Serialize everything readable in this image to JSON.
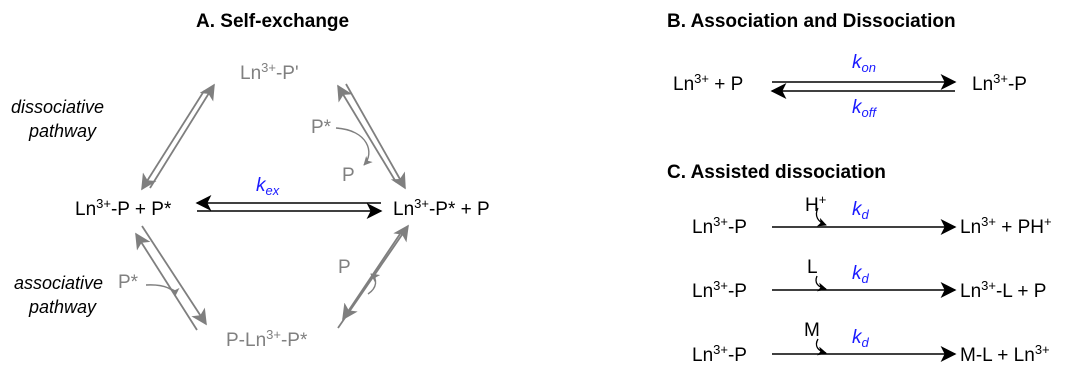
{
  "panel_a": {
    "title": "A. Self-exchange",
    "top_species": {
      "base": "Ln",
      "sup": "3+",
      "rest": "-P'"
    },
    "left_species": {
      "base": "Ln",
      "sup": "3+",
      "rest": "-P + P*"
    },
    "right_species": {
      "base": "Ln",
      "sup": "3+",
      "rest": "-P* + P"
    },
    "bottom_species": {
      "pre": "P-Ln",
      "sup": "3+",
      "rest": "-P*"
    },
    "rate_constant": {
      "k": "k",
      "sub": "ex"
    },
    "dissociative_label": [
      "dissociative",
      "pathway"
    ],
    "associative_label": [
      "associative",
      "pathway"
    ],
    "upper_right_in": "P*",
    "upper_right_out": "P",
    "lower_left_in": "P*",
    "lower_right_out": "P"
  },
  "panel_b": {
    "title": "B. Association and Dissociation",
    "reactant": {
      "base": "Ln",
      "sup": "3+",
      "rest": " + P"
    },
    "product": {
      "base": "Ln",
      "sup": "3+",
      "rest": "-P"
    },
    "k_on": {
      "k": "k",
      "sub": "on"
    },
    "k_off": {
      "k": "k",
      "sub": "off"
    }
  },
  "panel_c": {
    "title": "C. Assisted dissociation",
    "rows": [
      {
        "reactant": {
          "base": "Ln",
          "sup": "3+",
          "rest": "-P"
        },
        "reagent": {
          "base": "H",
          "sup": "+"
        },
        "k": {
          "k": "k",
          "sub": "d"
        },
        "product": {
          "base": "Ln",
          "sup": "3+",
          "rest": " + PH",
          "sup2": "+"
        }
      },
      {
        "reactant": {
          "base": "Ln",
          "sup": "3+",
          "rest": "-P"
        },
        "reagent": {
          "base": "L",
          "sup": ""
        },
        "k": {
          "k": "k",
          "sub": "d"
        },
        "product": {
          "base": "Ln",
          "sup": "3+",
          "rest": "-L + P",
          "sup2": ""
        }
      },
      {
        "reactant": {
          "base": "Ln",
          "sup": "3+",
          "rest": "-P"
        },
        "reagent": {
          "base": "M",
          "sup": ""
        },
        "k": {
          "k": "k",
          "sub": "d"
        },
        "product": {
          "base": "M-L + Ln",
          "sup": "3+",
          "rest": "",
          "sup2": ""
        }
      }
    ]
  },
  "colors": {
    "text": "#000000",
    "grey": "#808080",
    "rate_constant": "#1a1aff"
  }
}
